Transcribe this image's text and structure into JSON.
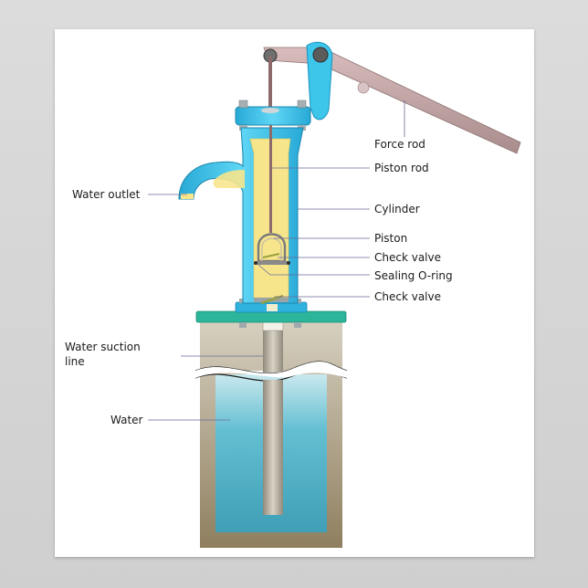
{
  "labels": {
    "force_rod": "Force rod",
    "piston_rod": "Piston rod",
    "water_outlet": "Water outlet",
    "cylinder": "Cylinder",
    "piston": "Piston",
    "check_valve_upper": "Check valve",
    "sealing_o_ring": "Sealing O-ring",
    "check_valve_lower": "Check valve",
    "water_suction_line_1": "Water suction",
    "water_suction_line_2": "line",
    "water": "Water"
  },
  "colors": {
    "pump_body": "#3dc6ea",
    "pump_edge": "#1b93c0",
    "cylinder_inner": "#f7e58c",
    "handle": "#c9a7a7",
    "well_wall": "#b5a98b",
    "well_water": "#4fb3c9",
    "platform": "#2bb59a",
    "pipe": "#b9b3a3"
  }
}
